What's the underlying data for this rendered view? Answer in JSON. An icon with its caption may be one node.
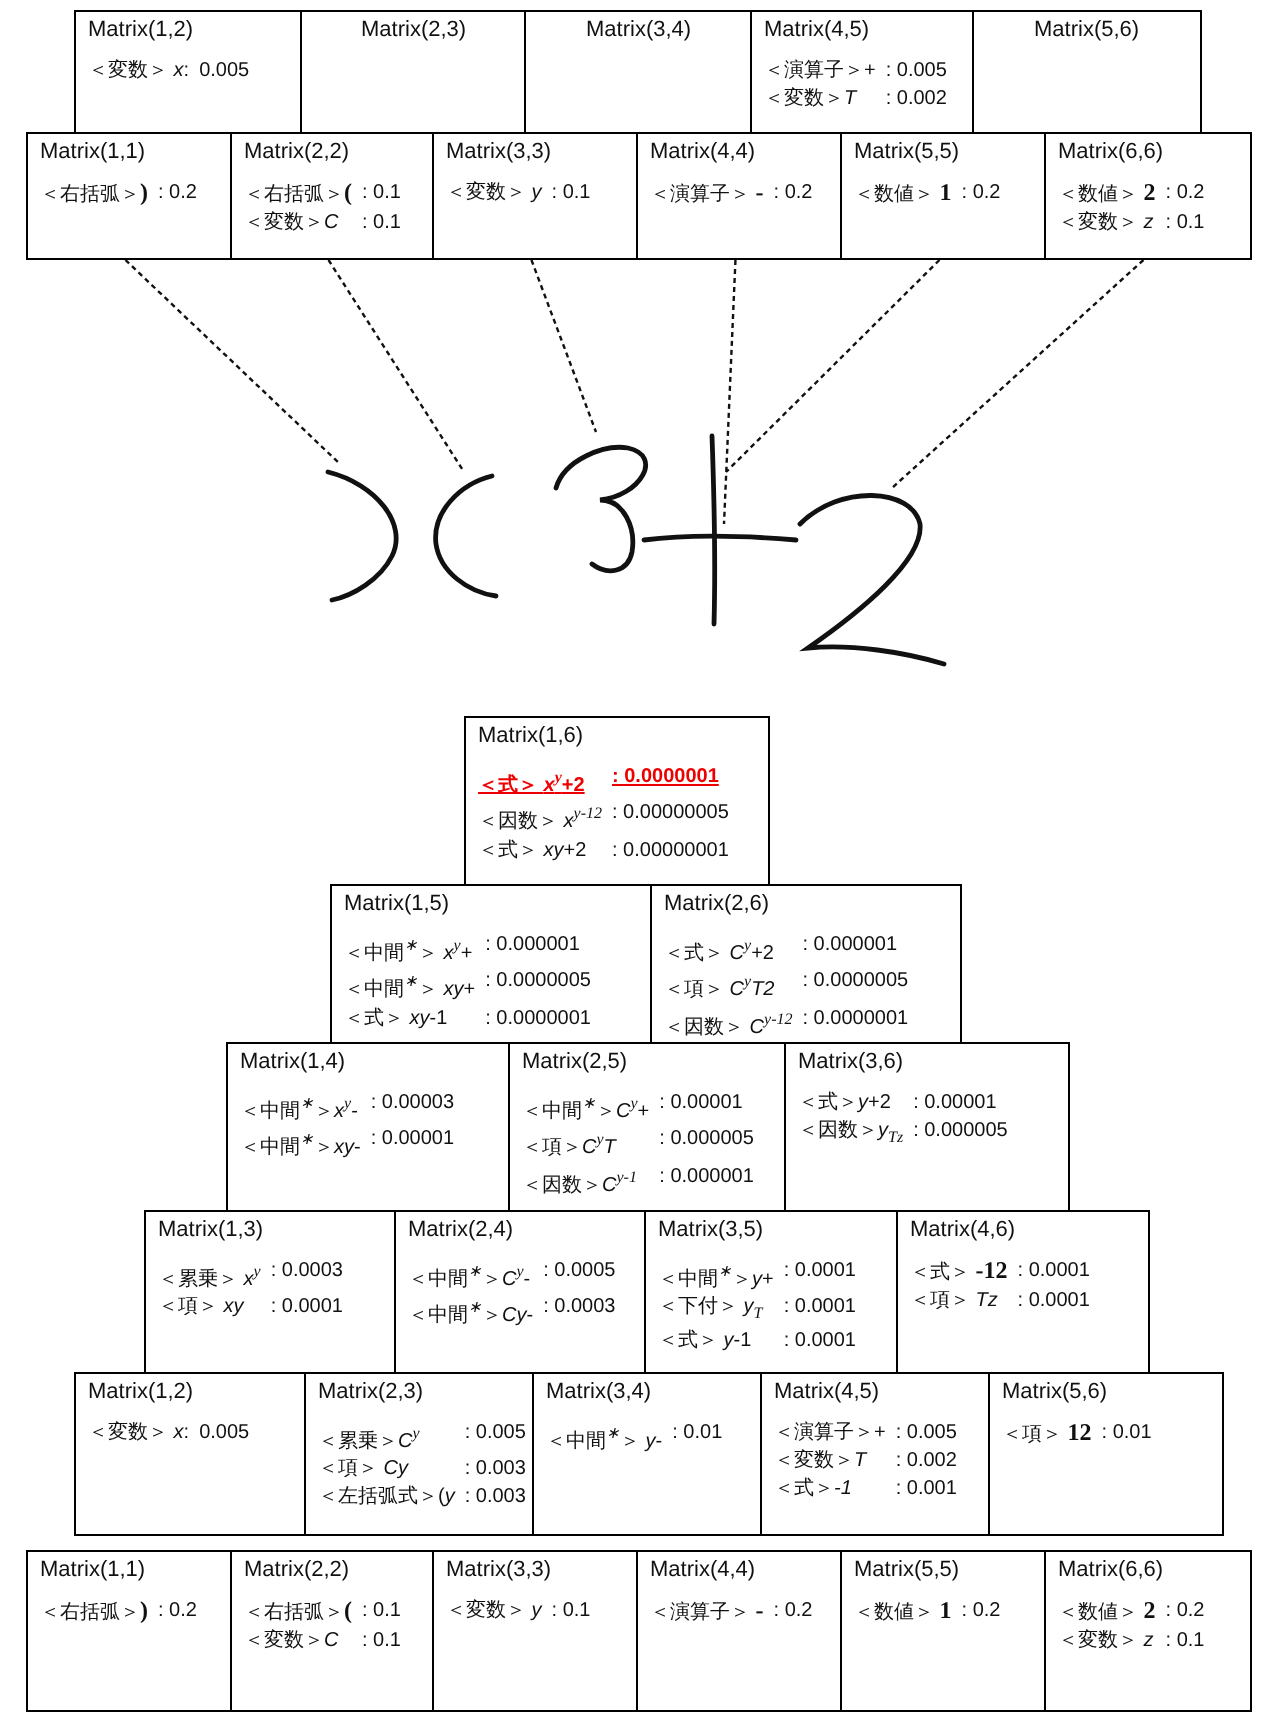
{
  "diagram": {
    "nodes": [
      {
        "text": [
          "Matrix(1,2)",
          "＜変数＞ *x*:",
          "0.005"
        ]
      },
      {
        "text": [
          "Matrix(2,3)"
        ]
      },
      {
        "text": [
          "Matrix(3,4)"
        ]
      },
      {
        "text": [
          "Matrix(4,5)",
          "＜演算子＞+",
          ": 0.005",
          "＜変数＞*T*",
          ": 0.002"
        ]
      },
      {
        "text": [
          "Matrix(5,6)"
        ]
      },
      {
        "text": [
          "Matrix(1,1)",
          "＜右括弧＞**)**",
          ": 0.2"
        ]
      },
      {
        "text": [
          "Matrix(2,2)",
          "＜右括弧＞**(**",
          ": 0.1",
          "＜変数＞*C*",
          ": 0.1"
        ]
      },
      {
        "text": [
          "Matrix(3,3)",
          "＜変数＞ *y*",
          ": 0.1"
        ]
      },
      {
        "text": [
          "Matrix(4,4)",
          "＜演算子＞ **-**",
          ": 0.2"
        ]
      },
      {
        "text": [
          "Matrix(5,5)",
          "＜数値＞ **1**",
          ": 0.2"
        ]
      },
      {
        "text": [
          "Matrix(6,6)",
          "＜数値＞ **2**",
          ": 0.2",
          "＜変数＞ *z*",
          ": 0.1"
        ]
      },
      {
        "text": [],
        "shape": "picture"
      },
      {
        "text": [],
        "shape": "picture"
      },
      {
        "text": [],
        "shape": "picture"
      },
      {
        "text": [],
        "shape": "picture"
      },
      {
        "text": [],
        "shape": "picture"
      },
      {
        "text": [],
        "shape": "picture"
      },
      {
        "text": [
          "Matrix(1,6)",
          "＜式＞ *x*$^{y}$+2",
          ": 0.0000001",
          "＜因数＞ *x*$^{y-12}$",
          ": 0.00000005",
          "＜式＞ *xy*+2",
          ": 0.00000001"
        ]
      },
      {
        "text": [
          "Matrix(1,5)",
          "＜中間$^{∗}$＞ *x*$^{y}$+",
          ": 0.000001",
          "＜中間$^{∗}$＞ *xy*+",
          ": 0.0000005",
          "＜式＞ *xy*-1",
          ": 0.0000001"
        ]
      },
      {
        "text": [
          "Matrix(2,6)",
          "＜式＞ *C*$^{y}$+2",
          ": 0.000001",
          "＜項＞ *C*$^{y}$*T2*",
          ": 0.0000005",
          "＜因数＞ *C*$^{y-12}$",
          ": 0.0000001"
        ]
      },
      {
        "text": [
          "Matrix(1,4)",
          "＜中間$^{∗}$＞*x*$^{y}$-",
          ": 0.00003",
          "＜中間$^{∗}$＞*xy*-",
          ": 0.00001"
        ]
      },
      {
        "text": [
          "Matrix(2,5)",
          "＜中間$^{∗}$＞*C*$^{y}$+",
          ": 0.00001",
          "＜項＞*C*$^{y}$*T*",
          ": 0.000005",
          "＜因数＞*C*$^{y-1}$",
          ": 0.000001"
        ]
      },
      {
        "text": [
          "Matrix(3,6)",
          "＜式＞*y*+2",
          ": 0.00001",
          "＜因数＞*y*$_{Tz}$",
          ": 0.000005"
        ]
      },
      {
        "text": [
          "Matrix(1,3)",
          "＜累乗＞ *x*$^{y}$",
          ": 0.0003",
          "＜項＞ *xy*",
          ": 0.0001"
        ]
      },
      {
        "text": [
          "Matrix(2,4)",
          "＜中間$^{∗}$＞*C*$^{y}$-",
          ": 0.0005",
          "＜中間$^{∗}$＞*Cy*-",
          ": 0.0003"
        ]
      },
      {
        "text": [
          "Matrix(3,5)",
          "＜中間$^{∗}$＞*y*+",
          ": 0.0001",
          "＜下付＞ *y*$_{T}$",
          ": 0.0001",
          "＜式＞ *y*-1",
          ": 0.0001"
        ]
      },
      {
        "text": [
          "Matrix(4,6)",
          "＜式＞ **-12**",
          ": 0.0001",
          "＜項＞ *Tz*",
          ": 0.0001"
        ]
      },
      {
        "text": [
          "Matrix(1,2)",
          "＜変数＞ *x*:",
          "0.005"
        ]
      },
      {
        "text": [
          "Matrix(2,3)",
          "＜累乗＞*C*$^{y}$",
          ": 0.005",
          "＜項＞ *Cy*",
          ": 0.003",
          "＜左括弧式＞(*y*",
          ": 0.003"
        ]
      },
      {
        "text": [
          "Matrix(3,4)",
          "＜中間$^{∗}$＞ *y*-",
          ": 0.01"
        ]
      },
      {
        "text": [
          "Matrix(4,5)",
          "＜演算子＞+",
          ": 0.005",
          "＜変数＞*T*",
          ": 0.002",
          "＜式＞*-1*",
          ": 0.001"
        ]
      },
      {
        "text": [
          "Matrix(5,6)",
          "＜項＞ **12**",
          ": 0.01"
        ]
      },
      {
        "text": [
          "Matrix(1,1)",
          "＜右括弧＞**)**",
          ": 0.2"
        ]
      },
      {
        "text": [
          "Matrix(2,2)",
          "＜右括弧＞**(**",
          ": 0.1",
          "＜変数＞*C*",
          ": 0.1"
        ]
      },
      {
        "text": [
          "Matrix(3,3)",
          "＜変数＞ *y*",
          ": 0.1"
        ]
      },
      {
        "text": [
          "Matrix(4,4)",
          "＜演算子＞ **-**",
          ": 0.2"
        ]
      },
      {
        "text": [
          "Matrix(5,5)",
          "＜数値＞ **1**",
          ": 0.2"
        ]
      },
      {
        "text": [
          "Matrix(6,6)",
          "＜数値＞ **2**",
          ": 0.2",
          "＜変数＞ *z*",
          ": 0.1"
        ]
      }
    ],
    "edges": [
      {
        "from": 5,
        "to": 11,
        "arrow": "none",
        "style": "dashed"
      },
      {
        "from": 6,
        "to": 12,
        "arrow": "none",
        "style": "dashed"
      },
      {
        "from": 7,
        "to": 13,
        "arrow": "none",
        "style": "dashed"
      },
      {
        "from": 8,
        "to": 14,
        "arrow": "none",
        "style": "dashed"
      },
      {
        "from": 9,
        "to": 15,
        "arrow": "none",
        "style": "dashed"
      },
      {
        "from": 10,
        "to": 16,
        "arrow": "none",
        "style": "dashed"
      }
    ]
  }
}
